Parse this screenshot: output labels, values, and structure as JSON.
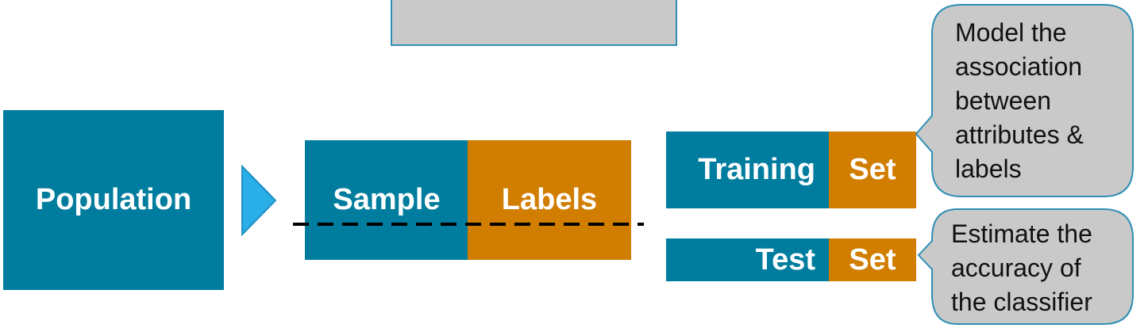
{
  "colors": {
    "teal": "#007d9e",
    "orange": "#d17d00",
    "callout_fill": "#c9c9c9",
    "callout_border": "#2e8fb5",
    "arrow_fill": "#29aee8",
    "dashed_line": "#000000"
  },
  "population": {
    "label": "Population"
  },
  "flow_arrow": {
    "icon": "right-triangle-arrow-icon"
  },
  "dataset": {
    "sample_label": "Sample",
    "labels_label": "Labels"
  },
  "training_set": {
    "left_label": "Training",
    "right_label": "Set"
  },
  "test_set": {
    "left_label": "Test",
    "right_label": "Set"
  },
  "callouts": {
    "training": "Model the\nassociation\nbetween\nattributes &\nlabels",
    "test": "Estimate the\naccuracy of\nthe classifier"
  }
}
